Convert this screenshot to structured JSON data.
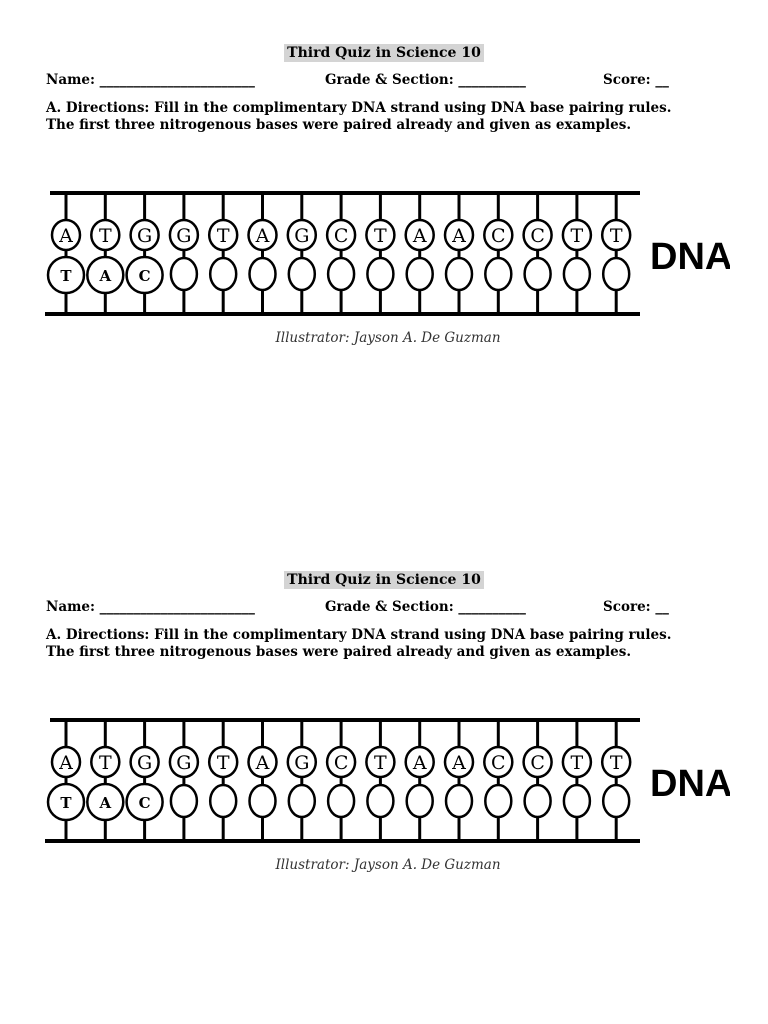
{
  "quizzes": [
    {
      "title": "Third Quiz in Science 10",
      "name_label": "Name: _______________________",
      "grade_label": "Grade & Section: __________",
      "score_label": "Score: __",
      "directions_line1": "A. Directions: Fill in the complimentary DNA strand using DNA base pairing rules.",
      "directions_line2": "The first three nitrogenous bases were paired already and given as examples.",
      "top_strand": [
        "A",
        "T",
        "G",
        "G",
        "T",
        "A",
        "G",
        "C",
        "T",
        "A",
        "A",
        "C",
        "C",
        "T",
        "T"
      ],
      "bottom_strand": [
        "T",
        "A",
        "C",
        "",
        "",
        "",
        "",
        "",
        "",
        "",
        "",
        "",
        "",
        "",
        ""
      ],
      "dna_label": "DNA",
      "credit": "Illustrator: Jayson A. De Guzman"
    },
    {
      "title": "Third Quiz in Science 10",
      "name_label": "Name: _______________________",
      "grade_label": "Grade & Section: __________",
      "score_label": "Score: __",
      "directions_line1": "A. Directions: Fill in the complimentary DNA strand using DNA base pairing rules.",
      "directions_line2": "The first three nitrogenous bases were paired already and given as examples.",
      "top_strand": [
        "A",
        "T",
        "G",
        "G",
        "T",
        "A",
        "G",
        "C",
        "T",
        "A",
        "A",
        "C",
        "C",
        "T",
        "T"
      ],
      "bottom_strand": [
        "T",
        "A",
        "C",
        "",
        "",
        "",
        "",
        "",
        "",
        "",
        "",
        "",
        "",
        "",
        ""
      ],
      "dna_label": "DNA",
      "credit": "Illustrator: Jayson A. De Guzman"
    }
  ]
}
